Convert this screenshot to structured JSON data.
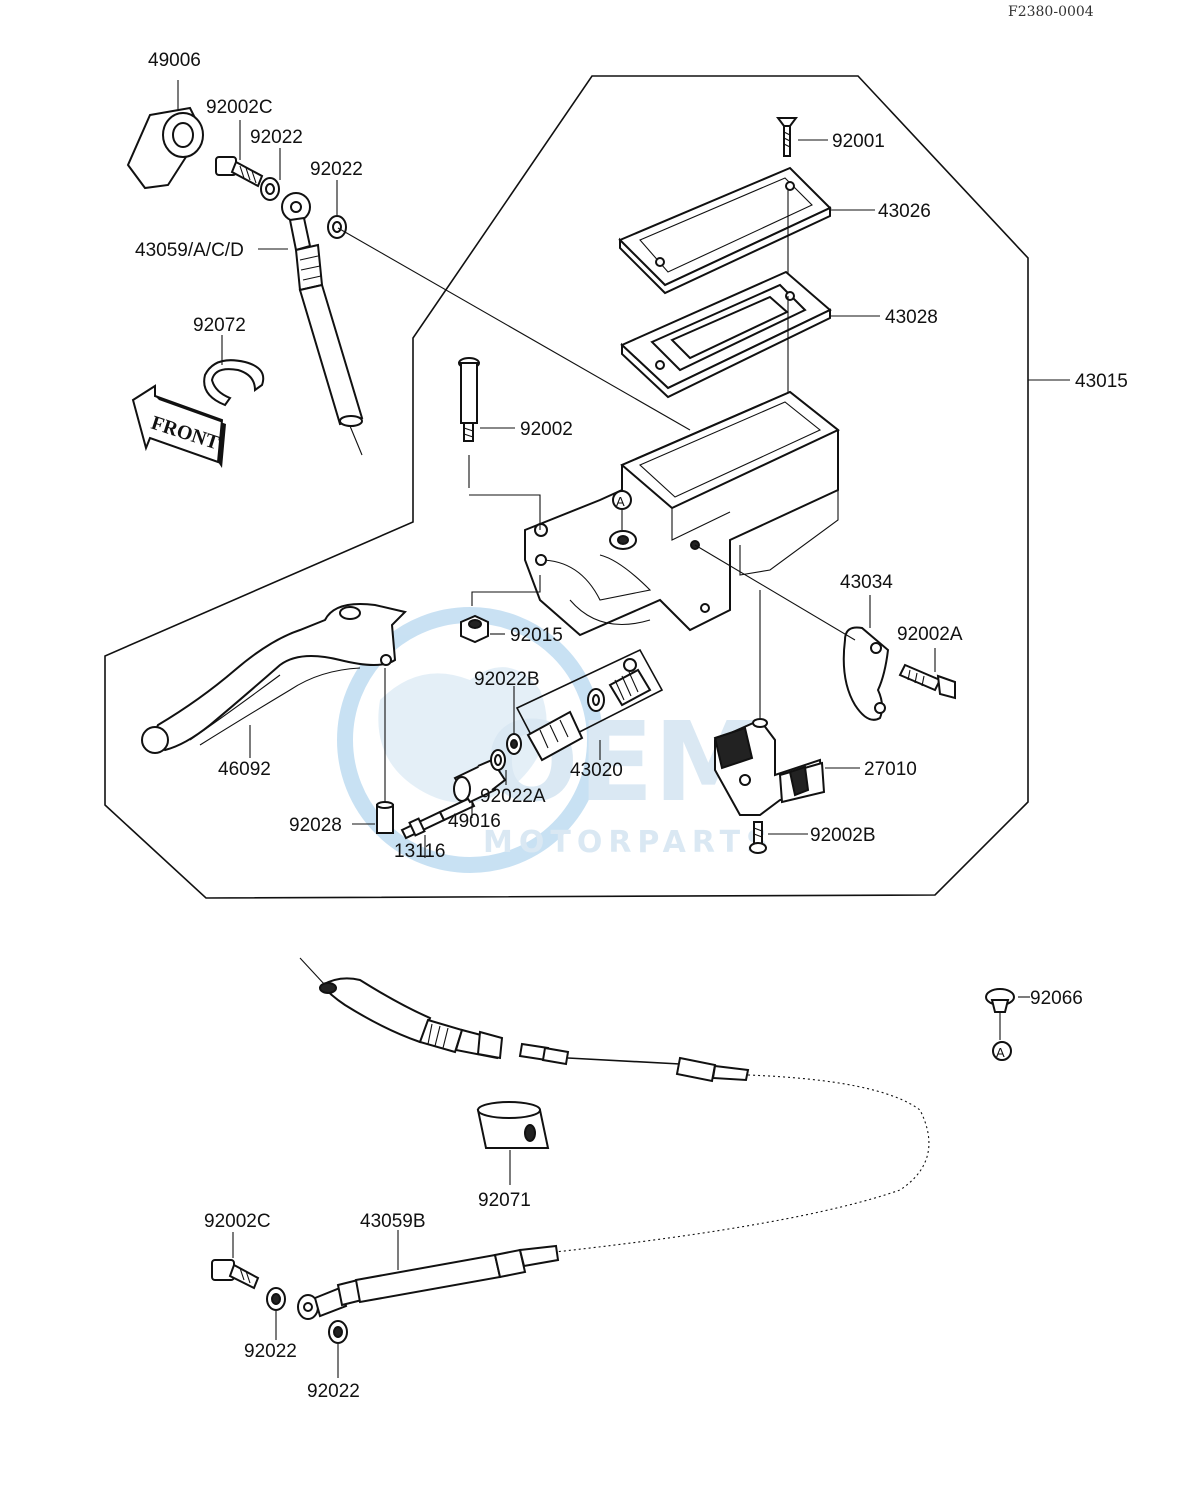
{
  "document_code": "F2380-0004",
  "front_arrow_text": "FRONT",
  "reference_mark": "A",
  "watermark": {
    "main": "OEM",
    "sub": "MOTORPARTS",
    "color": "#9cc9ea"
  },
  "labels": {
    "l49006": "49006",
    "l92002C_top": "92002C",
    "l92022_a": "92022",
    "l92022_b": "92022",
    "l43059ACD": "43059/A/C/D",
    "l92072": "92072",
    "l92001": "92001",
    "l43026": "43026",
    "l43028": "43028",
    "l43015": "43015",
    "l92002": "92002",
    "l92015": "92015",
    "l43034": "43034",
    "l92002A": "92002A",
    "l92022B": "92022B",
    "l46092": "46092",
    "l43020": "43020",
    "l27010": "27010",
    "l92022A": "92022A",
    "l49016": "49016",
    "l92028": "92028",
    "l13116": "13116",
    "l92002B": "92002B",
    "l92066": "92066",
    "l92071": "92071",
    "l92002C_bot": "92002C",
    "l43059B": "43059B",
    "l92022_c": "92022",
    "l92022_d": "92022"
  }
}
